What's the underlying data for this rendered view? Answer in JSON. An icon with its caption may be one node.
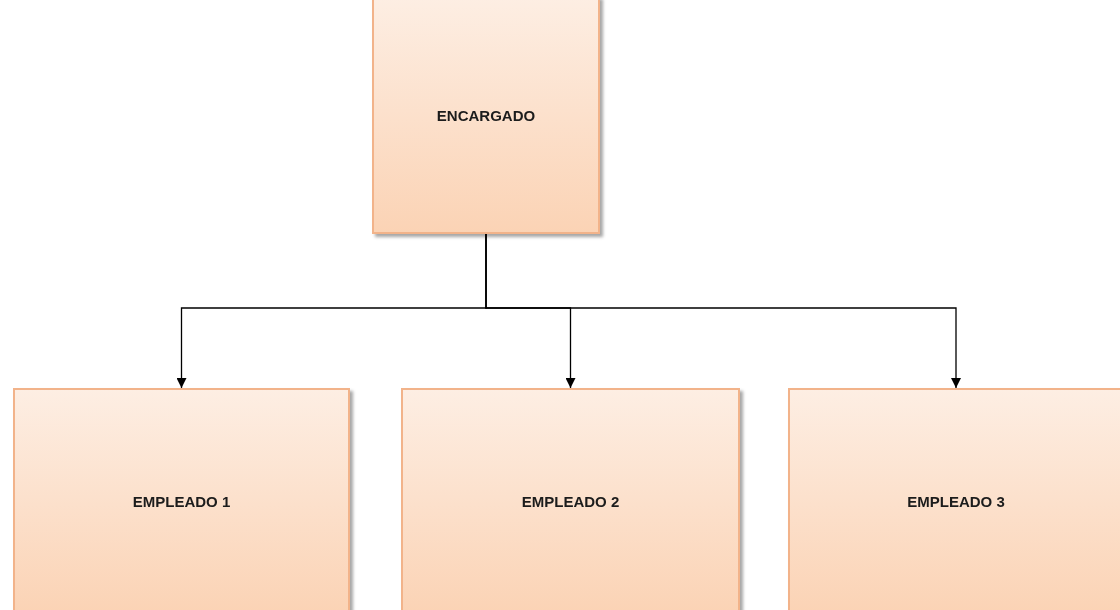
{
  "diagram": {
    "nodes": [
      {
        "text": [
          "ENCARGADO"
        ]
      },
      {
        "text": [
          "EMPLEADO 1"
        ]
      },
      {
        "text": [
          "EMPLEADO 2"
        ]
      },
      {
        "text": [
          "EMPLEADO 3"
        ]
      }
    ],
    "edges": [
      {
        "from": 0,
        "to": 1,
        "arrow": "to"
      },
      {
        "from": 0,
        "to": 2,
        "arrow": "to"
      },
      {
        "from": 0,
        "to": 3,
        "arrow": "to"
      }
    ]
  }
}
